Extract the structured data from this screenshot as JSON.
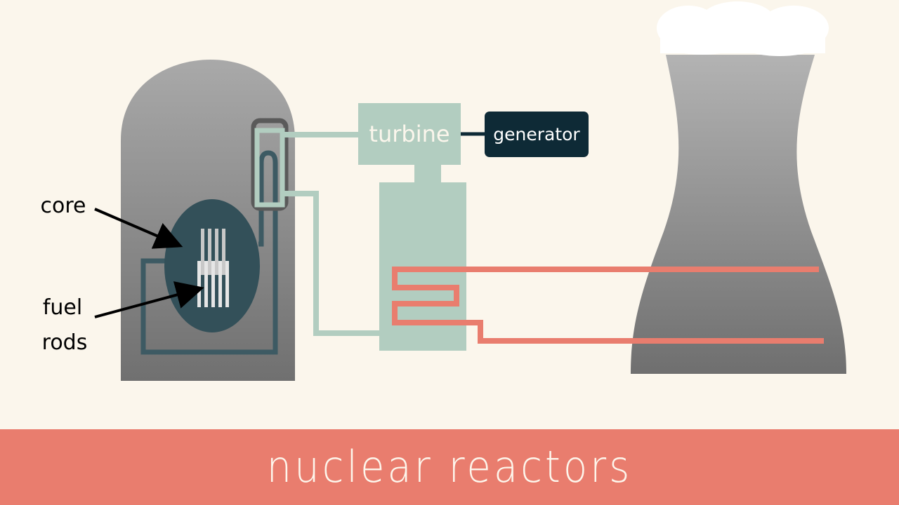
{
  "diagram": {
    "labels": {
      "core": "core",
      "fuel_rods_line1": "fuel",
      "fuel_rods_line2": "rods",
      "turbine": "turbine",
      "generator": "generator"
    },
    "colors": {
      "background": "#fbf6ec",
      "reactor_building": "#8f8f8f",
      "core": "#335059",
      "coolant_pipe": "#3d5a63",
      "steam_loop": "#b2cdc0",
      "generator": "#0e2a36",
      "condenser_water": "#e97d6e",
      "cooling_tower": "#8a8a8a",
      "steam_cloud": "#ffffff",
      "footer": "#e97d6e"
    }
  },
  "footer": {
    "title": "nuclear reactors"
  }
}
